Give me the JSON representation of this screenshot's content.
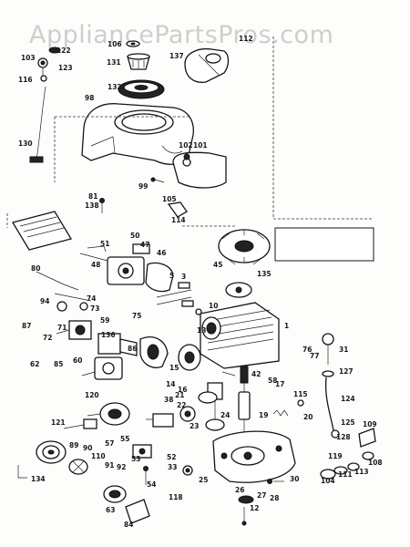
{
  "watermark": "AppliancePartsPros.com",
  "callouts": [
    {
      "id": "122",
      "text": "122"
    },
    {
      "id": "106",
      "text": "106"
    },
    {
      "id": "112",
      "text": "112"
    },
    {
      "id": "103",
      "text": "103"
    },
    {
      "id": "123",
      "text": "123"
    },
    {
      "id": "131",
      "text": "131"
    },
    {
      "id": "137",
      "text": "137"
    },
    {
      "id": "116",
      "text": "116"
    },
    {
      "id": "132",
      "text": "132"
    },
    {
      "id": "98",
      "text": "98"
    },
    {
      "id": "102",
      "text": "102"
    },
    {
      "id": "101",
      "text": "101"
    },
    {
      "id": "130",
      "text": "130"
    },
    {
      "id": "99",
      "text": "99"
    },
    {
      "id": "105",
      "text": "105"
    },
    {
      "id": "114",
      "text": "114"
    },
    {
      "id": "81",
      "text": "81"
    },
    {
      "id": "138",
      "text": "138"
    },
    {
      "id": "50",
      "text": "50"
    },
    {
      "id": "51",
      "text": "51"
    },
    {
      "id": "47",
      "text": "47"
    },
    {
      "id": "48",
      "text": "48"
    },
    {
      "id": "46",
      "text": "46"
    },
    {
      "id": "45",
      "text": "45"
    },
    {
      "id": "135",
      "text": "135"
    },
    {
      "id": "80",
      "text": "80"
    },
    {
      "id": "5",
      "text": "5"
    },
    {
      "id": "3",
      "text": "3"
    },
    {
      "id": "94",
      "text": "94"
    },
    {
      "id": "74",
      "text": "74"
    },
    {
      "id": "73",
      "text": "73"
    },
    {
      "id": "10",
      "text": "10"
    },
    {
      "id": "59",
      "text": "59"
    },
    {
      "id": "75",
      "text": "75"
    },
    {
      "id": "87",
      "text": "87"
    },
    {
      "id": "71",
      "text": "71"
    },
    {
      "id": "72",
      "text": "72"
    },
    {
      "id": "62",
      "text": "62"
    },
    {
      "id": "85",
      "text": "85"
    },
    {
      "id": "60",
      "text": "60"
    },
    {
      "id": "136",
      "text": "136"
    },
    {
      "id": "86",
      "text": "86"
    },
    {
      "id": "13",
      "text": "13"
    },
    {
      "id": "1",
      "text": "1"
    },
    {
      "id": "31",
      "text": "31"
    },
    {
      "id": "76",
      "text": "76"
    },
    {
      "id": "77",
      "text": "77"
    },
    {
      "id": "15",
      "text": "15"
    },
    {
      "id": "14",
      "text": "14"
    },
    {
      "id": "16",
      "text": "16"
    },
    {
      "id": "17",
      "text": "17"
    },
    {
      "id": "42",
      "text": "42"
    },
    {
      "id": "58",
      "text": "58"
    },
    {
      "id": "115",
      "text": "115"
    },
    {
      "id": "127",
      "text": "127"
    },
    {
      "id": "124",
      "text": "124"
    },
    {
      "id": "120",
      "text": "120"
    },
    {
      "id": "38",
      "text": "38"
    },
    {
      "id": "21",
      "text": "21"
    },
    {
      "id": "22",
      "text": "22"
    },
    {
      "id": "24",
      "text": "24"
    },
    {
      "id": "19",
      "text": "19"
    },
    {
      "id": "20",
      "text": "20"
    },
    {
      "id": "125",
      "text": "125"
    },
    {
      "id": "109",
      "text": "109"
    },
    {
      "id": "121",
      "text": "121"
    },
    {
      "id": "23",
      "text": "23"
    },
    {
      "id": "128",
      "text": "128"
    },
    {
      "id": "89",
      "text": "89"
    },
    {
      "id": "57",
      "text": "57"
    },
    {
      "id": "55",
      "text": "55"
    },
    {
      "id": "90",
      "text": "90"
    },
    {
      "id": "110",
      "text": "110"
    },
    {
      "id": "53",
      "text": "53"
    },
    {
      "id": "52",
      "text": "52"
    },
    {
      "id": "119",
      "text": "119"
    },
    {
      "id": "108",
      "text": "108"
    },
    {
      "id": "91",
      "text": "91"
    },
    {
      "id": "92",
      "text": "92"
    },
    {
      "id": "33",
      "text": "33"
    },
    {
      "id": "111",
      "text": "111"
    },
    {
      "id": "113",
      "text": "113"
    },
    {
      "id": "134",
      "text": "134"
    },
    {
      "id": "54",
      "text": "54"
    },
    {
      "id": "104",
      "text": "104"
    },
    {
      "id": "30",
      "text": "30"
    },
    {
      "id": "25",
      "text": "25"
    },
    {
      "id": "26",
      "text": "26"
    },
    {
      "id": "27",
      "text": "27"
    },
    {
      "id": "28",
      "text": "28"
    },
    {
      "id": "118",
      "text": "118"
    },
    {
      "id": "63",
      "text": "63"
    },
    {
      "id": "12",
      "text": "12"
    },
    {
      "id": "84",
      "text": "84"
    }
  ]
}
